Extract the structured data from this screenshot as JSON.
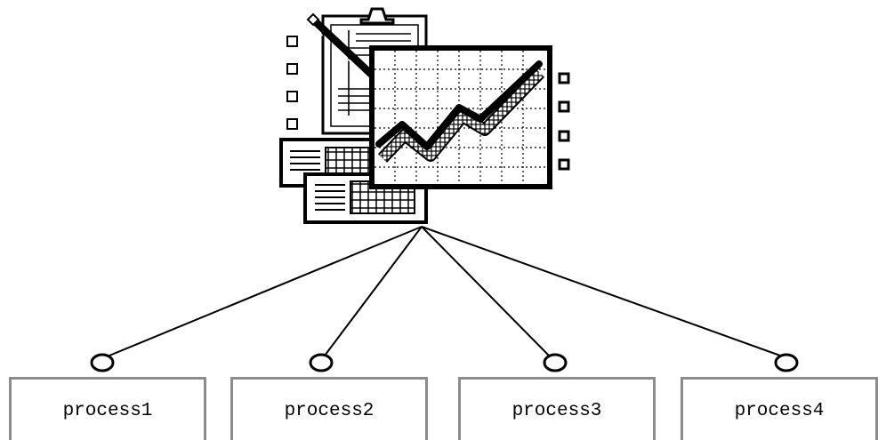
{
  "processes": [
    {
      "label": "process1"
    },
    {
      "label": "process2"
    },
    {
      "label": "process3"
    },
    {
      "label": "process4"
    }
  ],
  "icons": {
    "central": "clipboard-chart-reports-icon",
    "connector": "connector-circle-icon"
  },
  "colors": {
    "line": "#000000",
    "box_border": "#8c8c8c",
    "background": "#ffffff"
  }
}
